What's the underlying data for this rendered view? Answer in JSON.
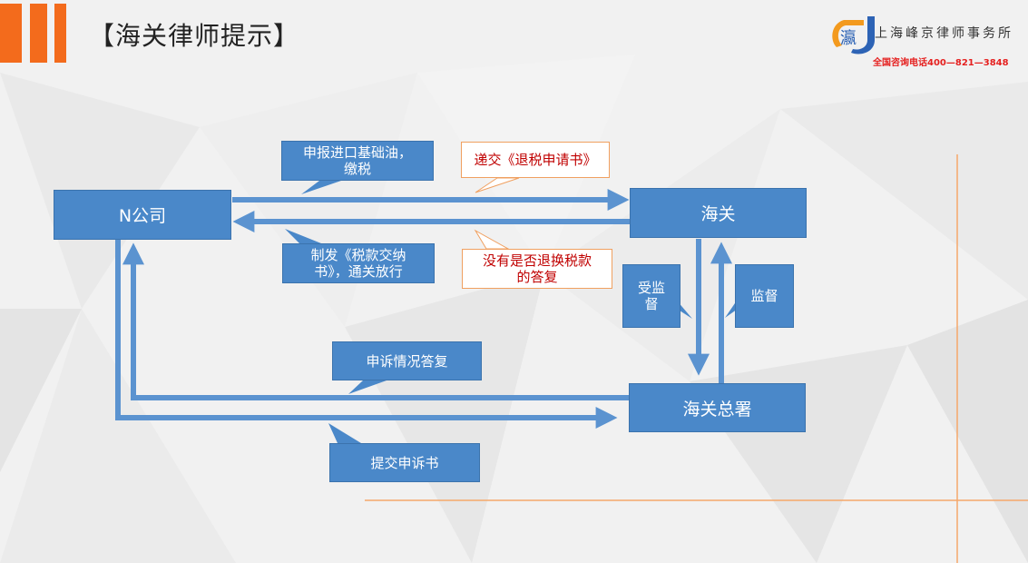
{
  "header": {
    "title": "【海关律师提示】",
    "firm_name": "上海峰京律师事务所",
    "hotline": "全国咨询电话400—821—3848",
    "logo_text": "瀛"
  },
  "nodes": {
    "company": "N公司",
    "customs": "海关",
    "gac": "海关总署"
  },
  "callouts": {
    "declare": "申报进口基础油，\n缴税",
    "submit_refund": "递交《退税申请书》",
    "issue_cert": "制发《税款交纳\n书》，通关放行",
    "no_reply": "没有是否退换税款\n的答复",
    "supervised": "受监\n督",
    "supervise": "监督",
    "appeal_reply": "申诉情况答复",
    "submit_appeal": "提交申诉书"
  },
  "colors": {
    "accent_orange": "#f36b1c",
    "node_blue": "#4a88c9",
    "arrow_blue": "#5b93d0",
    "callout_red_text": "#c00000",
    "hotline_red": "#e5201f"
  }
}
